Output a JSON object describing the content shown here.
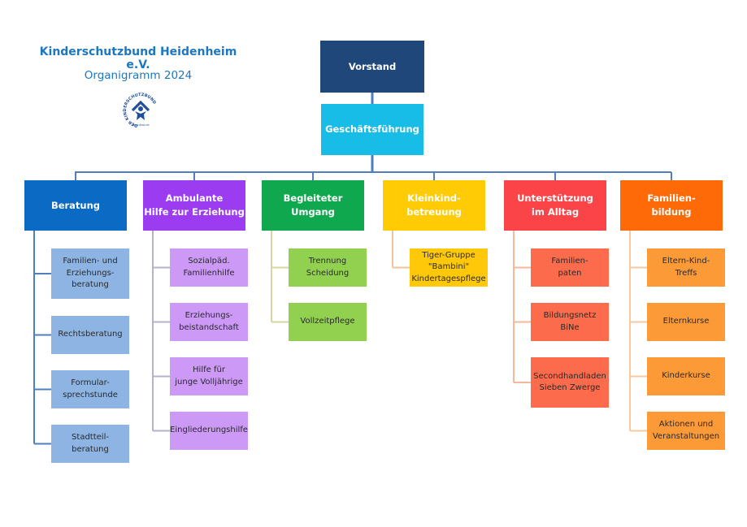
{
  "header": {
    "title": "Kinderschutzbund Heidenheim e.V.",
    "subtitle": "Organigramm 2024",
    "logo_ring_text": "DER KINDERSCHUTZBUND",
    "logo_url_text": "www.dksb.de"
  },
  "colors": {
    "title": "#1b77c3",
    "connector": "#4f7fbf"
  },
  "top": {
    "board": {
      "label": "Vorstand",
      "color": "#1f477a"
    },
    "management": {
      "label": "Geschäftsführung",
      "color": "#17bde6"
    }
  },
  "departments": [
    {
      "label": "Beratung",
      "color": "#0a6ac4",
      "sub_color": "#8db4e3",
      "line_color": "#4f7fbf",
      "items": [
        "Familien- und\nErziehungs-\nberatung",
        "Rechtsberatung",
        "Formular-\nsprechstunde",
        "Stadtteil-\nberatung"
      ]
    },
    {
      "label": "Ambulante\nHilfe zur Erziehung",
      "color": "#9b3cf0",
      "sub_color": "#cc99f7",
      "line_color": "#b7b0cc",
      "items": [
        "Sozialpäd.\nFamilienhilfe",
        "Erziehungs-\nbeistandschaft",
        "Hilfe für\njunge Volljährige",
        "Eingliederungshilfe"
      ]
    },
    {
      "label": "Begleiteter\nUmgang",
      "color": "#10a84f",
      "sub_color": "#92d050",
      "line_color": "#d6d6a0",
      "items": [
        "Trennung\nScheidung",
        "Vollzeitpflege"
      ]
    },
    {
      "label": "Kleinkind-\nbetreuung",
      "color": "#ffcb05",
      "sub_color": "#ffc90a",
      "line_color": "#f3c49a",
      "items": [
        "Tiger-Gruppe\n\"Bambini\"\nKindertagespflege"
      ]
    },
    {
      "label": "Unterstützung\nim Alltag",
      "color": "#fb4448",
      "sub_color": "#fb6b4c",
      "line_color": "#f7b79a",
      "items": [
        "Familien-\npaten",
        "Bildungsnetz\nBiNe",
        "Secondhandladen\nSieben Zwerge"
      ]
    },
    {
      "label": "Familien-\nbildung",
      "color": "#fd6a07",
      "sub_color": "#fd9a38",
      "line_color": "#f7c9a0",
      "items": [
        "Eltern-Kind-\nTreffs",
        "Elternkurse",
        "Kinderkurse",
        "Aktionen und\nVeranstaltungen"
      ]
    }
  ]
}
